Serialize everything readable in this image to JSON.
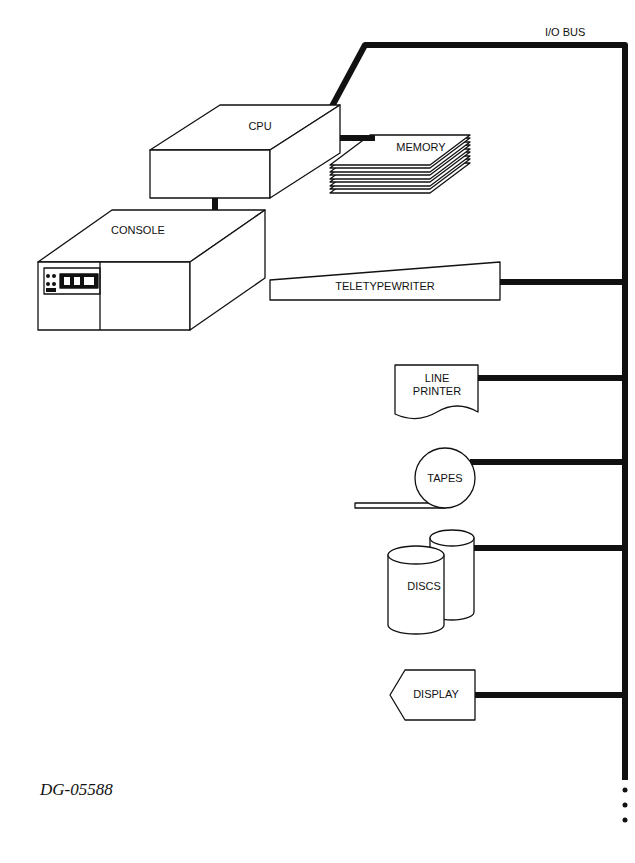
{
  "diagram": {
    "nodes": [
      {
        "text": [
          "CPU"
        ]
      },
      {
        "text": [
          "MEMORY"
        ]
      },
      {
        "text": [
          "CONSOLE"
        ]
      },
      {
        "text": [
          "TELETYPEWRITER"
        ]
      },
      {
        "text": [
          "LINE PRINTER"
        ]
      },
      {
        "text": [
          "TAPES"
        ]
      },
      {
        "text": [
          "DISCS"
        ]
      },
      {
        "text": [
          "DISPLAY"
        ]
      }
    ],
    "edges": [
      {
        "from": 0,
        "to": 2,
        "arrow": "none"
      },
      {
        "from": 0,
        "to": 1,
        "arrow": "none"
      }
    ],
    "labels": [
      "I/O BUS",
      "DG-05588"
    ]
  }
}
